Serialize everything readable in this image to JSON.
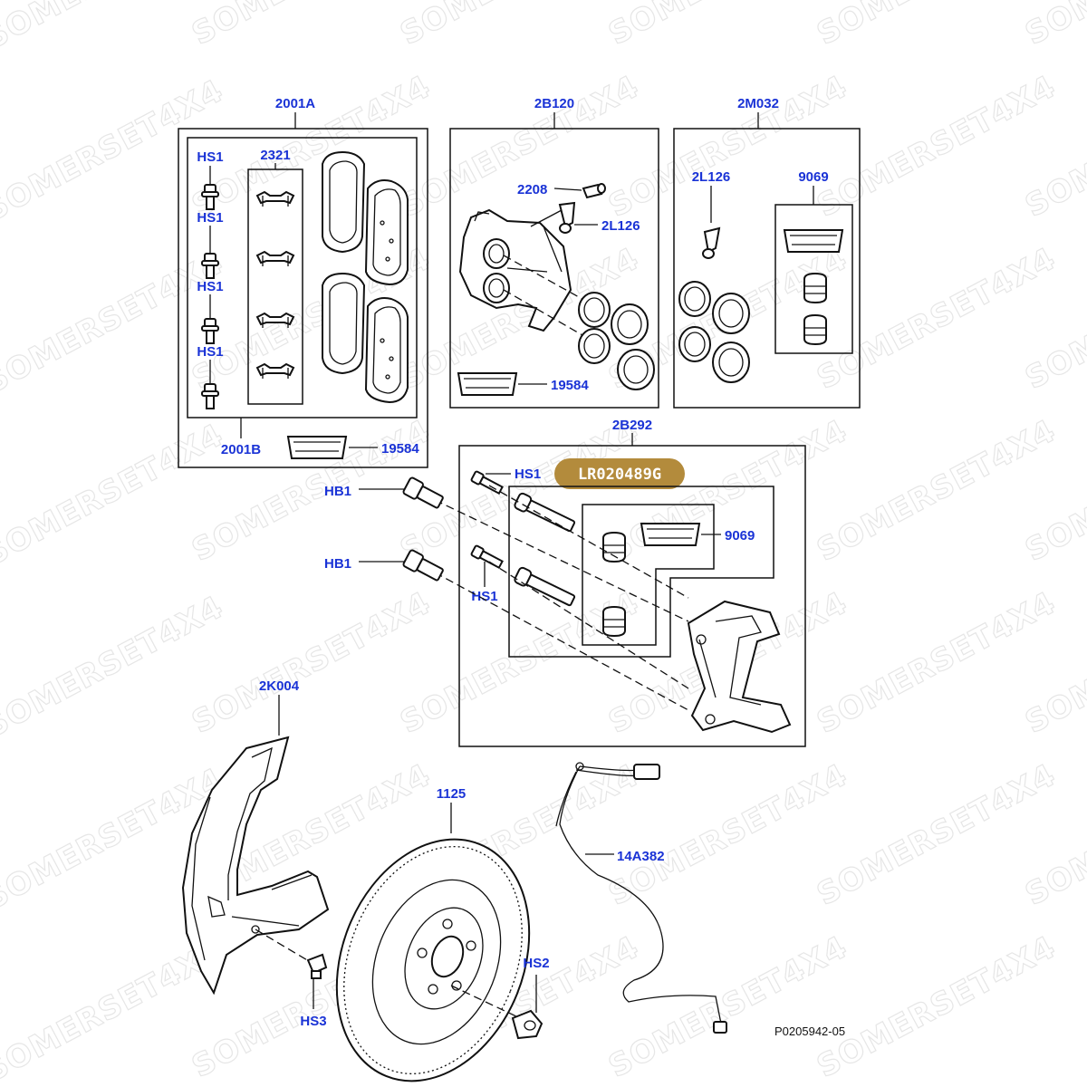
{
  "watermark": "SOMERSET4X4",
  "highlight_part": "LR020489G",
  "reference": "P0205942-05",
  "labels": {
    "pad_kit_a": "2001A",
    "pad_kit_b": "2001B",
    "clip_set": "2321",
    "caliper": "2B120",
    "seal_kit": "2M032",
    "bleed_screw": "2208",
    "bleed_cap": "2L126",
    "seal_cap": "2L126",
    "grease_pack_1": "19584",
    "grease_pack_2": "19584",
    "guide_kit_a": "9069",
    "guide_kit_b": "9069",
    "carrier": "2B292",
    "hs1_a": "HS1",
    "hs1_b": "HS1",
    "hs1_c": "HS1",
    "hs1_d": "HS1",
    "hs1_e": "HS1",
    "hs1_f": "HS1",
    "hb1_a": "HB1",
    "hb1_b": "HB1",
    "splash_shield": "2K004",
    "disc": "1125",
    "wear_sensor": "14A382",
    "hs2": "HS2",
    "hs3": "HS3"
  }
}
